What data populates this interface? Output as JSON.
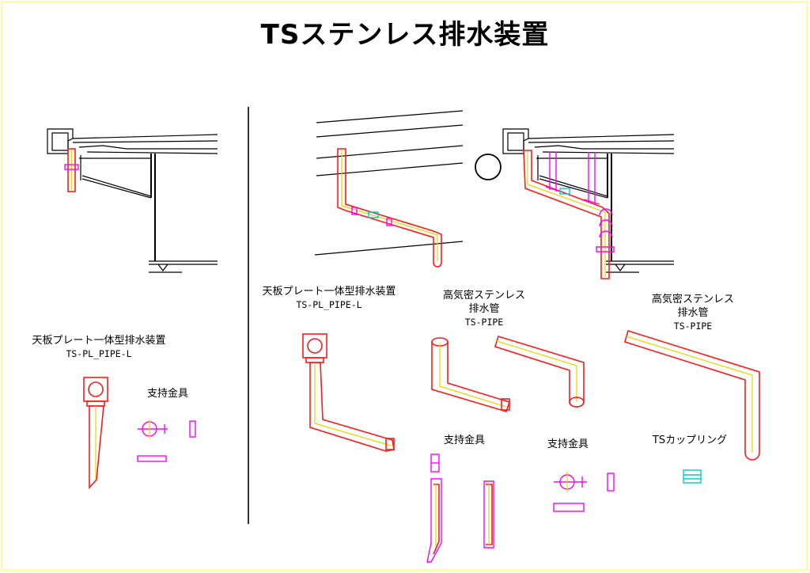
{
  "title": "TSステンレス排水装置",
  "colors": {
    "frame": "#ffff99",
    "outline": "#000000",
    "pipe": "#ff1a1a",
    "centerline": "#e8d400",
    "bracket": "#ff00ff",
    "coupling": "#00cccc"
  },
  "labels": {
    "left_product_name": "天板プレート一体型排水装置",
    "left_product_code": "TS-PL_PIPE-L",
    "left_bracket": "支持金具",
    "mid_product_name": "天板プレート一体型排水装置",
    "mid_product_code": "TS-PL_PIPE-L",
    "pipe1_line1": "高気密ステンレス",
    "pipe1_line2": "排水管",
    "pipe1_code": "TS-PIPE",
    "pipe2_line1": "高気密ステンレス",
    "pipe2_line2": "排水管",
    "pipe2_code": "TS-PIPE",
    "mid_bracket": "支持金具",
    "right_bracket": "支持金具",
    "coupling": "TSカップリング"
  }
}
